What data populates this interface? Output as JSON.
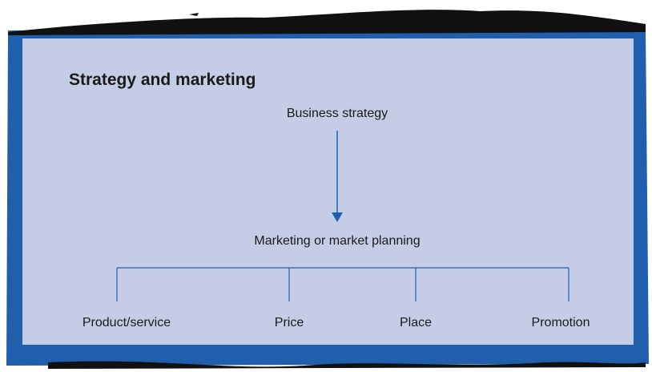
{
  "diagram": {
    "title": "Strategy and marketing",
    "top_node": "Business strategy",
    "middle_node": "Marketing or market planning",
    "leaf_nodes": [
      "Product/service",
      "Price",
      "Place",
      "Promotion"
    ]
  },
  "colors": {
    "frame": "#1f5fae",
    "panel": "#c5cde6",
    "lines": "#1f5fae",
    "text": "#1a1a1a",
    "brush_stroke": "#111111"
  }
}
